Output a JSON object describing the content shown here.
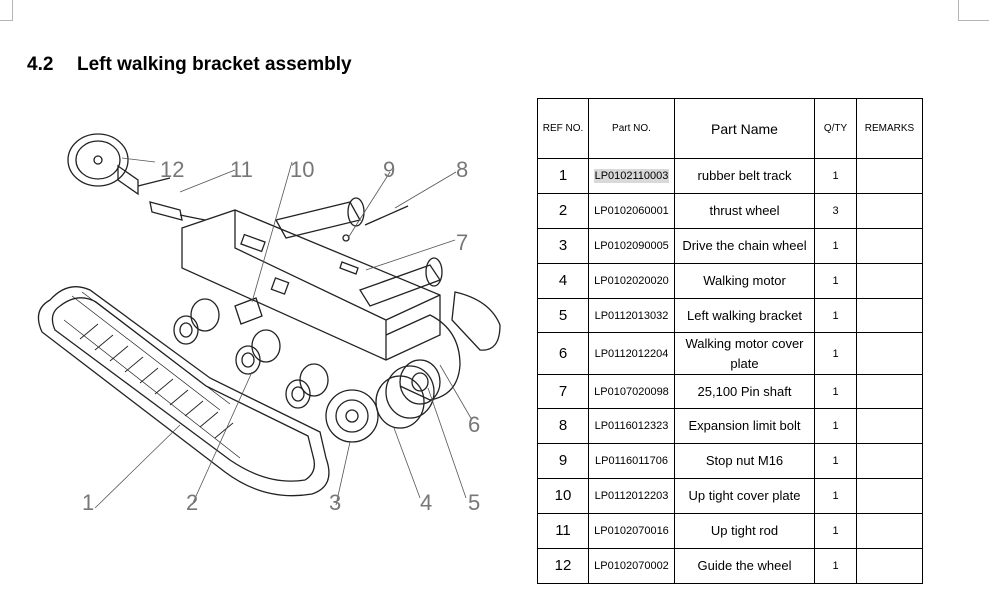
{
  "section": {
    "number": "4.2",
    "title": "Left walking bracket assembly"
  },
  "diagram": {
    "callouts": [
      "1",
      "2",
      "3",
      "4",
      "5",
      "6",
      "7",
      "8",
      "9",
      "10",
      "11",
      "12"
    ]
  },
  "table": {
    "headers": {
      "ref": "REF NO.",
      "part": "Part NO.",
      "name": "Part Name",
      "qty": "Q/TY",
      "remarks": "REMARKS"
    },
    "rows": [
      {
        "ref": "1",
        "part": "LP0102110003",
        "name": "rubber belt track",
        "qty": "1",
        "remarks": ""
      },
      {
        "ref": "2",
        "part": "LP0102060001",
        "name": "thrust wheel",
        "qty": "3",
        "remarks": ""
      },
      {
        "ref": "3",
        "part": "LP0102090005",
        "name": "Drive the chain wheel",
        "qty": "1",
        "remarks": ""
      },
      {
        "ref": "4",
        "part": "LP0102020020",
        "name": "Walking motor",
        "qty": "1",
        "remarks": ""
      },
      {
        "ref": "5",
        "part": "LP0112013032",
        "name": "Left walking bracket",
        "qty": "1",
        "remarks": ""
      },
      {
        "ref": "6",
        "part": "LP0112012204",
        "name": "Walking motor cover plate",
        "qty": "1",
        "remarks": ""
      },
      {
        "ref": "7",
        "part": "LP0107020098",
        "name": "25,100 Pin shaft",
        "qty": "1",
        "remarks": ""
      },
      {
        "ref": "8",
        "part": "LP0116012323",
        "name": "Expansion limit bolt",
        "qty": "1",
        "remarks": ""
      },
      {
        "ref": "9",
        "part": "LP0116011706",
        "name": "Stop nut M16",
        "qty": "1",
        "remarks": ""
      },
      {
        "ref": "10",
        "part": "LP0112012203",
        "name": "Up tight cover plate",
        "qty": "1",
        "remarks": ""
      },
      {
        "ref": "11",
        "part": "LP0102070016",
        "name": "Up tight rod",
        "qty": "1",
        "remarks": ""
      },
      {
        "ref": "12",
        "part": "LP0102070002",
        "name": "Guide the wheel",
        "qty": "1",
        "remarks": ""
      }
    ]
  }
}
